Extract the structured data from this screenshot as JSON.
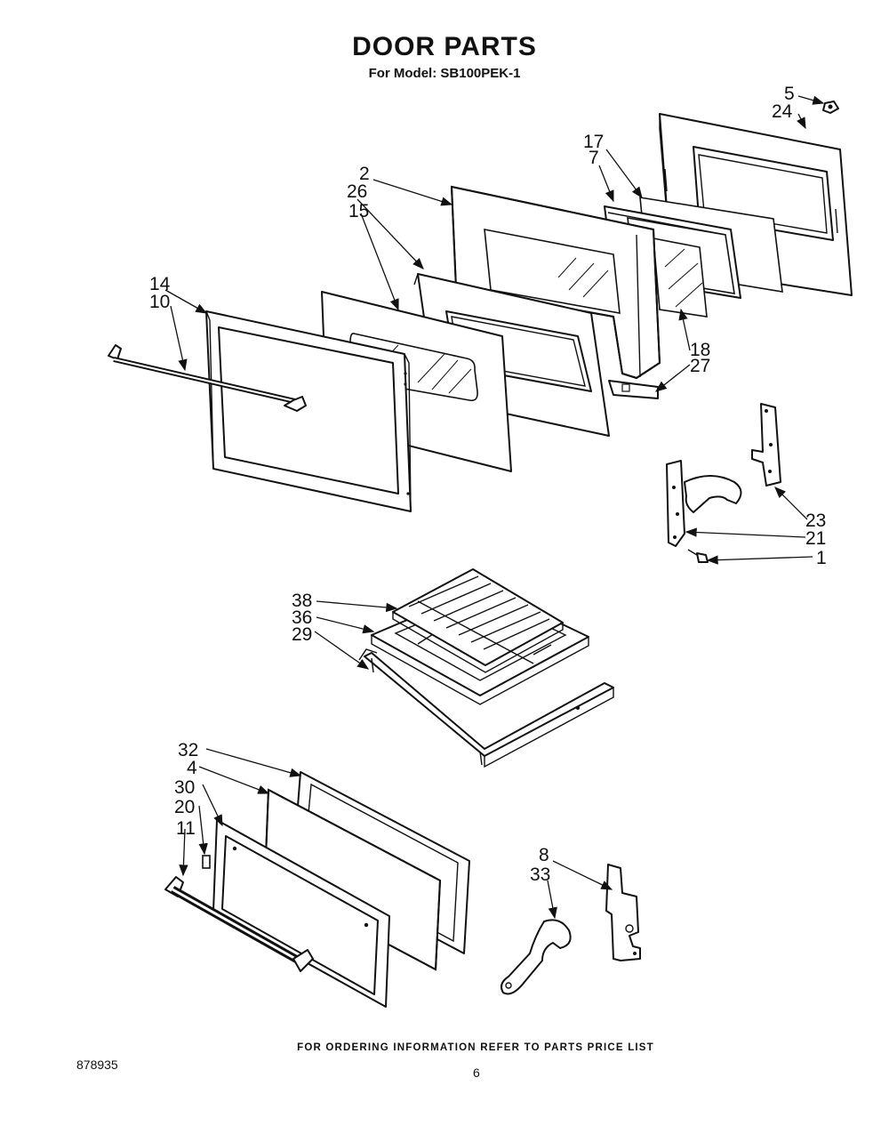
{
  "header": {
    "title": "DOOR PARTS",
    "subtitle": "For Model: SB100PEK-1"
  },
  "callouts": {
    "c1": "1",
    "c2": "2",
    "c4": "4",
    "c5": "5",
    "c7": "7",
    "c8": "8",
    "c10": "10",
    "c11": "11",
    "c14": "14",
    "c15": "15",
    "c17": "17",
    "c18": "18",
    "c20": "20",
    "c21": "21",
    "c23": "23",
    "c24": "24",
    "c26": "26",
    "c27": "27",
    "c29": "29",
    "c30": "30",
    "c32": "32",
    "c33": "33",
    "c36": "36",
    "c38": "38"
  },
  "footer": {
    "note": "FOR ORDERING INFORMATION REFER TO PARTS PRICE LIST",
    "doc_number": "878935",
    "page_number": "6"
  }
}
